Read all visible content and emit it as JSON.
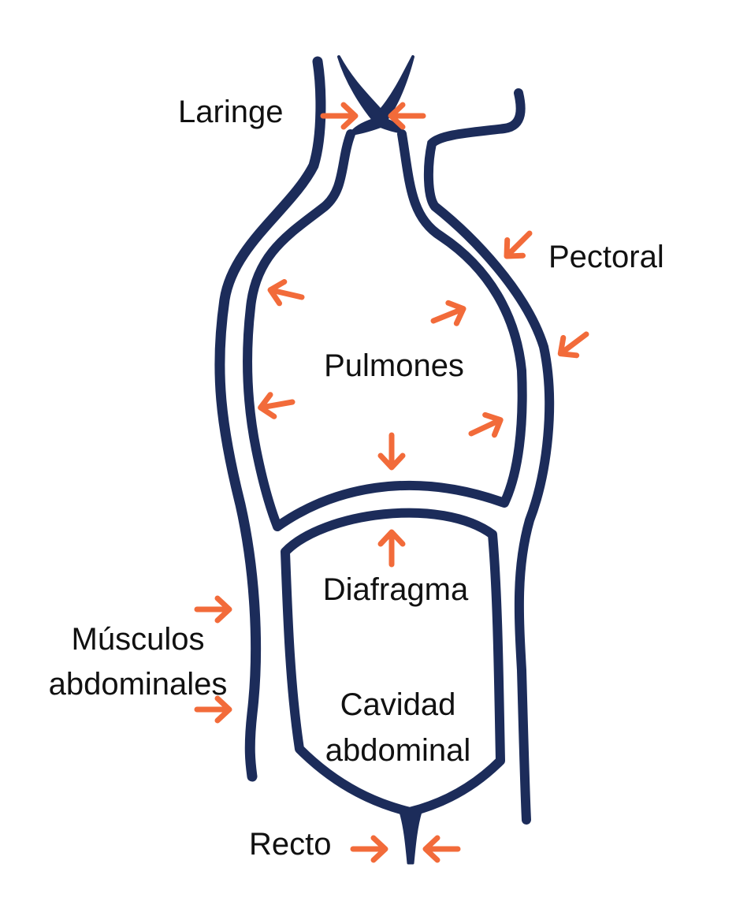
{
  "colors": {
    "outline": "#1c2c5a",
    "arrow": "#f26b3a",
    "text": "#111111",
    "background": "#ffffff"
  },
  "labels": {
    "laringe": "Laringe",
    "pectoral": "Pectoral",
    "pulmones": "Pulmones",
    "diafragma": "Diafragma",
    "musculos_line1": "Músculos",
    "musculos_line2": "abdominales",
    "cavidad_line1": "Cavidad",
    "cavidad_line2": "abdominal",
    "recto": "Recto"
  },
  "icons": {
    "arrow": "arrow-icon"
  }
}
